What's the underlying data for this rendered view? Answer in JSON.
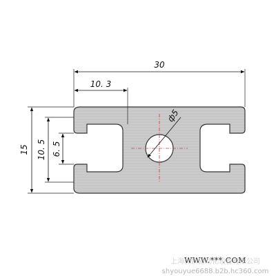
{
  "profile": {
    "fill_color": "#c8c8c8",
    "outline_color": "#333333",
    "centerline_color": "#e0303a"
  },
  "dimensions": {
    "overall_width": "30",
    "half_width": "10. 3",
    "height": "15",
    "slot_opening": "10. 5",
    "slot_depth": "6. 5",
    "bore_diameter": "ф5"
  },
  "watermark": {
    "text": "上海优跃自动化设备有限公司",
    "site": "shyouyue6688.b2b.hc360.com",
    "logo_text": "WWW.***.COM"
  }
}
